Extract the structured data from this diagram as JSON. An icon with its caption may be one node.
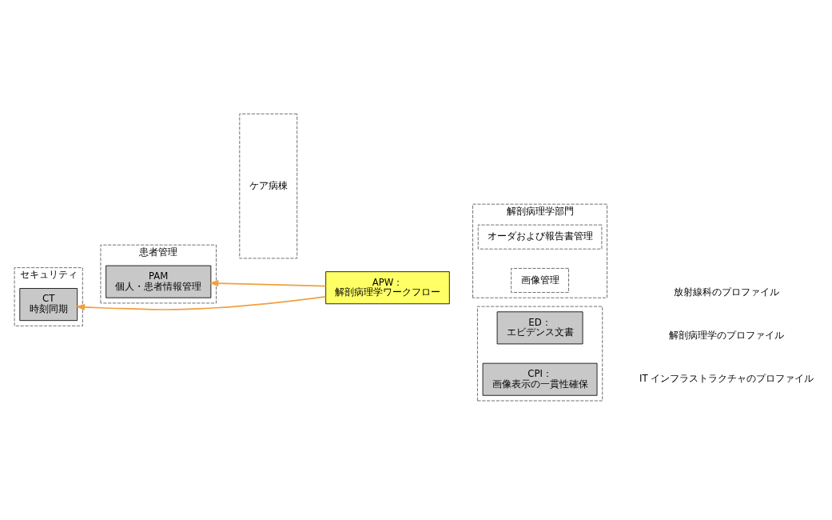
{
  "diagram": {
    "nodes": [
      {
        "text": [
          "セキュリティ"
        ]
      },
      {
        "text": [
          "CT",
          "時刻同期"
        ],
        "in": 0
      },
      {
        "text": [
          "患者管理"
        ]
      },
      {
        "text": [
          "PAM",
          "個人・患者情報管理"
        ],
        "in": 2
      },
      {
        "text": [
          "ケア病棟"
        ]
      },
      {
        "text": [
          "解剖病理学部門"
        ]
      },
      {
        "text": [
          "オーダおよび報告書管理"
        ],
        "in": 5
      },
      {
        "text": [
          "画像管理"
        ],
        "in": 5
      },
      {
        "text": [
          "APW：",
          "解剖病理学ワークフロー"
        ]
      },
      {
        "text": [],
        "shape": "box"
      },
      {
        "text": [
          "ED：",
          "エビデンス文書"
        ],
        "in": 9
      },
      {
        "text": [
          "CPI：",
          "画像表示の一貫性確保"
        ],
        "in": 9
      }
    ],
    "edges": [
      {
        "from": 8,
        "to": 1,
        "arrow": "to",
        "color": "#f0a040"
      },
      {
        "from": 8,
        "to": 3,
        "arrow": "to",
        "color": "#f0a040"
      }
    ],
    "labels": [
      "IT インフラストラクチャのプロファイル",
      "解剖病理学のプロファイル",
      "放射線科のプロファイル"
    ]
  }
}
